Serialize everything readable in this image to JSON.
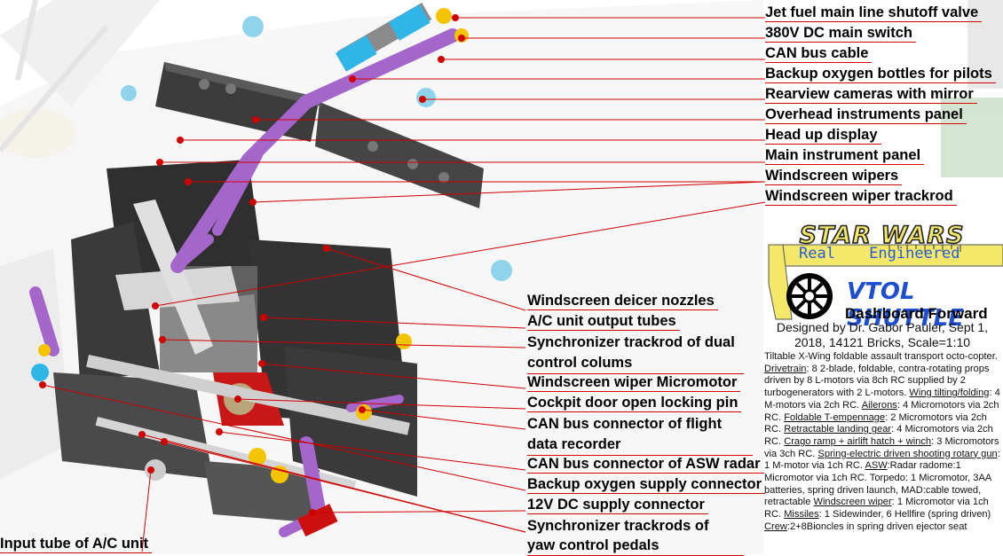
{
  "callouts": [
    {
      "text": "Jet fuel main line shutoff valve"
    },
    {
      "text": "380V DC main switch"
    },
    {
      "text": "CAN bus cable"
    },
    {
      "text": "Backup oxygen bottles for pilots"
    },
    {
      "text": "Rearview cameras with mirror"
    },
    {
      "text": "Overhead instruments panel"
    },
    {
      "text": "Head up display"
    },
    {
      "text": "Main instrument panel"
    },
    {
      "text": "Windscreen wipers"
    },
    {
      "text": "Windscreen wiper trackrod"
    },
    {
      "text": "Windscreen deicer nozzles"
    },
    {
      "text": "A/C unit output tubes"
    },
    {
      "text": "Synchronizer trackrod of dual control colums"
    },
    {
      "text": "Windscreen wiper Micromotor"
    },
    {
      "text": "Cockpit door open locking pin"
    },
    {
      "text": "CAN bus connector of flight data recorder"
    },
    {
      "text": "CAN bus connector of ASW radar"
    },
    {
      "text": "Backup oxygen supply connector"
    },
    {
      "text": "12V DC supply connector"
    },
    {
      "text": "Synchronizer trackrods of yaw control pedals"
    },
    {
      "text": "Input tube of A/C unit"
    }
  ],
  "logo": {
    "title": "STAR WARS",
    "subtitle": "Real Engineered",
    "model": "VTOL SHUTTLE",
    "section": "Dashboard Forward"
  },
  "credits": "Designed by Dr. Gabor Pauler, Sept 1, 2018, 14121 Bricks, Scale=1:10",
  "description": [
    {
      "term": "",
      "text": "Tiltable X-Wing foldable assault transport octo-copter. "
    },
    {
      "term": "Drivetrain",
      "text": ": 8 2-blade, foldable, contra-rotating props driven by 8 L-motors via 8ch RC supplied by 2 turbogenerators with 2 L-motors. "
    },
    {
      "term": "Wing tilting/folding",
      "text": ": 4 M-motors via 2ch RC. "
    },
    {
      "term": "Ailerons",
      "text": ": 4 Micromotors via 2ch RC. "
    },
    {
      "term": "Foldable T-empennage",
      "text": ": 2 Micromotors via 2ch RC. "
    },
    {
      "term": "Retractable landing gear",
      "text": ": 4 Micromotors via 2ch RC. "
    },
    {
      "term": "Crago ramp + airlift hatch + winch",
      "text": ": 3 Micromotors via 3ch RC. "
    },
    {
      "term": "Spring-electric driven shooting rotary gun",
      "text": ": 1 M-motor via 1ch RC. "
    },
    {
      "term": "ASW",
      "text": ":Radar radome:1 Micromotor via 1ch RC. Torpedo: 1 Micromotor, 3AA batteries, spring driven launch, MAD:cable towed, retractable "
    },
    {
      "term": "Windscreen wiper",
      "text": ": 1 Micromotor via 1ch RC. "
    },
    {
      "term": "Missiles",
      "text": ": 1 Sidewinder, 6 Hellfire (spring driven) "
    },
    {
      "term": "Crew",
      "text": ":2+8Bioncles in spring driven ejector seat"
    }
  ],
  "colors": {
    "leader": "#d00000",
    "purple": "#a566cc",
    "darkgray": "#3c3c3c",
    "lightgray": "#bdbdbd",
    "cyan": "#2fb6e6",
    "red": "#cc1010",
    "yellow": "#f5c400"
  }
}
